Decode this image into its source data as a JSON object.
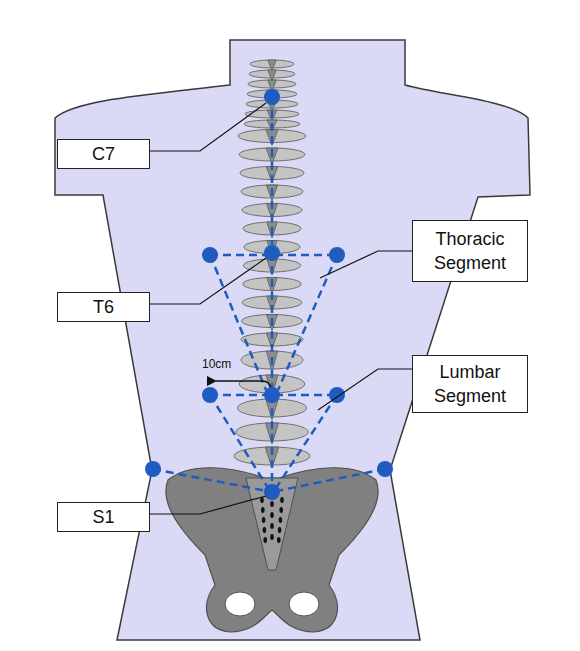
{
  "diagram": {
    "nodes": [
      {
        "text": [
          "C7"
        ]
      },
      {
        "text": [
          "Thoracic Segment"
        ]
      },
      {
        "text": [
          "T6"
        ]
      },
      {
        "text": [
          "Lumbar Segment"
        ]
      },
      {
        "text": [
          "S1"
        ]
      }
    ],
    "labels": [
      "10cm"
    ]
  }
}
